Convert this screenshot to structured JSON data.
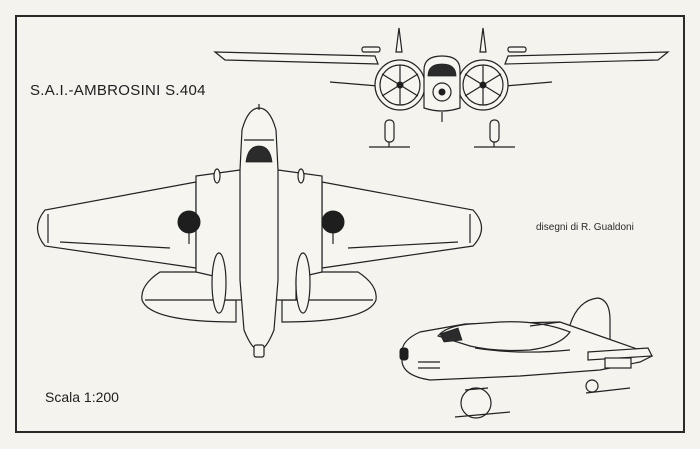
{
  "drawing": {
    "title": "S.A.I.-AMBROSINI S.404",
    "credit": "disegni di R. Gualdoni",
    "scale": "Scala 1:200"
  },
  "colors": {
    "paper": "#f5f3ee",
    "ink": "#222222"
  }
}
